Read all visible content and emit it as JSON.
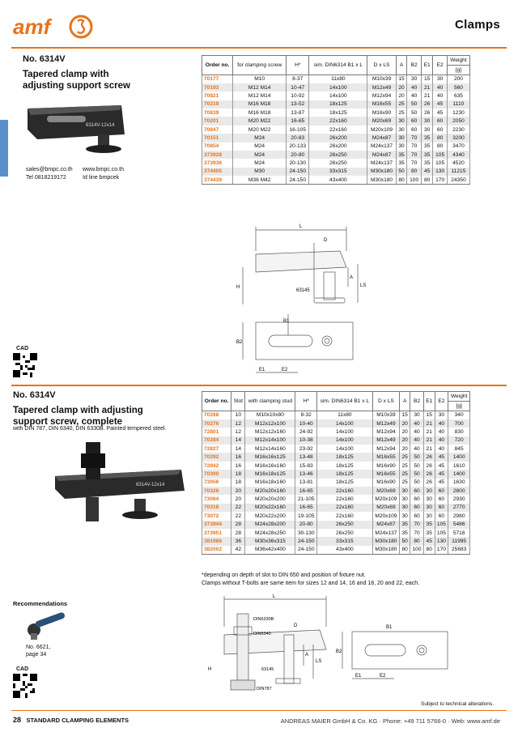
{
  "header": {
    "logo_text": "amf",
    "page_title": "Clamps"
  },
  "section1": {
    "product_no": "No. 6314V",
    "title_line1": "Tapered clamp with",
    "title_line2": "adjusting support screw",
    "contact": {
      "email": "sales@bmpc.co.th",
      "tel": "Tel 0818219172",
      "web": "www.bmpc.co.th",
      "line": "Id  line  bmpcek"
    },
    "cad_label": "CAD",
    "table": {
      "headers": [
        "Order no.",
        "for clamping screw",
        "H*",
        "sim. DIN6314 B1 x L",
        "D x LS",
        "A",
        "B2",
        "E1",
        "E2",
        "Weight"
      ],
      "weight_unit": "[g]",
      "rows": [
        [
          "70177",
          "M10",
          "8-37",
          "11x80",
          "M10x39",
          "15",
          "30",
          "15",
          "30",
          "200"
        ],
        [
          "70193",
          "M12 M14",
          "10-47",
          "14x100",
          "M12x49",
          "20",
          "40",
          "21",
          "40",
          "560"
        ],
        [
          "70821",
          "M12 M14",
          "10-92",
          "14x100",
          "M12x94",
          "20",
          "40",
          "21",
          "40",
          "635"
        ],
        [
          "70219",
          "M16 M18",
          "13-52",
          "18x125",
          "M16x55",
          "25",
          "50",
          "26",
          "45",
          "1110"
        ],
        [
          "70839",
          "M16 M18",
          "13-87",
          "18x125",
          "M16x90",
          "25",
          "50",
          "26",
          "45",
          "1230"
        ],
        [
          "70201",
          "M20 M22",
          "16-65",
          "22x160",
          "M20x69",
          "30",
          "60",
          "30",
          "60",
          "2050"
        ],
        [
          "70847",
          "M20 M22",
          "16-105",
          "22x160",
          "M20x109",
          "30",
          "60",
          "30",
          "60",
          "2230"
        ],
        [
          "70151",
          "M24",
          "20-83",
          "26x200",
          "M24x87",
          "30",
          "70",
          "35",
          "80",
          "3200"
        ],
        [
          "70854",
          "M24",
          "20-133",
          "26x200",
          "M24x137",
          "30",
          "70",
          "35",
          "80",
          "3470"
        ],
        [
          "373928",
          "M24",
          "20-80",
          "26x250",
          "M24x87",
          "35",
          "70",
          "35",
          "105",
          "4340"
        ],
        [
          "373936",
          "M24",
          "20-130",
          "26x250",
          "M24x137",
          "35",
          "70",
          "35",
          "105",
          "4520"
        ],
        [
          "374405",
          "M30",
          "24-150",
          "33x315",
          "M30x180",
          "50",
          "80",
          "45",
          "130",
          "11215"
        ],
        [
          "374439",
          "M36 M42",
          "24-150",
          "43x400",
          "M30x180",
          "80",
          "100",
          "80",
          "170",
          "24350"
        ]
      ]
    },
    "drawing_labels": {
      "L": "L",
      "D": "D",
      "A": "A",
      "LS": "LS",
      "H": "H",
      "std": "63145",
      "B1": "B1",
      "B2": "B2",
      "E1": "E1",
      "E2": "E2"
    },
    "photo_marking": "6314V-12x14"
  },
  "section2": {
    "product_no": "No. 6314V",
    "title_line1": "Tapered clamp with adjusting",
    "title_line2": "support screw, complete",
    "subtitle": "with DIN 787, DIN 6340, DIN 6330B. Painted tempered steel.",
    "cad_label": "CAD",
    "table": {
      "headers": [
        "Order no.",
        "Slot",
        "with clamping stud",
        "H*",
        "sim. DIN6314 B1 x L",
        "D x LS",
        "A",
        "B2",
        "E1",
        "E2",
        "Weight"
      ],
      "weight_unit": "[g]",
      "rows": [
        [
          "70268",
          "10",
          "M10x10x80",
          "8-32",
          "11x80",
          "M10x39",
          "15",
          "30",
          "15",
          "30",
          "340"
        ],
        [
          "70276",
          "12",
          "M12x12x100",
          "10-40",
          "14x100",
          "M12x49",
          "20",
          "40",
          "21",
          "40",
          "700"
        ],
        [
          "72801",
          "12",
          "M12x12x160",
          "24-92",
          "14x100",
          "M12x94",
          "20",
          "40",
          "21",
          "40",
          "830"
        ],
        [
          "70284",
          "14",
          "M12x14x100",
          "10-38",
          "14x100",
          "M12x49",
          "20",
          "40",
          "21",
          "40",
          "720"
        ],
        [
          "72827",
          "14",
          "M12x14x160",
          "23-92",
          "14x100",
          "M12x94",
          "20",
          "40",
          "21",
          "40",
          "845"
        ],
        [
          "70292",
          "16",
          "M16x16x125",
          "13-48",
          "18x125",
          "M16x55",
          "25",
          "50",
          "26",
          "45",
          "1400"
        ],
        [
          "72942",
          "16",
          "M16x16x160",
          "15-83",
          "18x125",
          "M16x90",
          "25",
          "50",
          "26",
          "45",
          "1610"
        ],
        [
          "70300",
          "18",
          "M16x18x125",
          "13-46",
          "18x125",
          "M16x55",
          "25",
          "50",
          "26",
          "45",
          "1400"
        ],
        [
          "73056",
          "18",
          "M16x18x160",
          "13-81",
          "18x125",
          "M16x90",
          "25",
          "50",
          "26",
          "45",
          "1630"
        ],
        [
          "70326",
          "20",
          "M20x20x160",
          "16-65",
          "22x160",
          "M20x69",
          "30",
          "60",
          "30",
          "60",
          "2600"
        ],
        [
          "73064",
          "20",
          "M20x20x200",
          "21-105",
          "22x160",
          "M20x109",
          "30",
          "60",
          "30",
          "60",
          "2930"
        ],
        [
          "70318",
          "22",
          "M20x22x160",
          "16-65",
          "22x160",
          "M20x69",
          "30",
          "60",
          "30",
          "60",
          "2770"
        ],
        [
          "73072",
          "22",
          "M20x22x200",
          "19-105",
          "22x160",
          "M20x109",
          "30",
          "60",
          "30",
          "60",
          "2980"
        ],
        [
          "373944",
          "28",
          "M24x28x200",
          "20-80",
          "26x250",
          "M24x87",
          "35",
          "70",
          "35",
          "105",
          "5486"
        ],
        [
          "373951",
          "28",
          "M24x28x250",
          "30-130",
          "26x250",
          "M24x137",
          "35",
          "70",
          "35",
          "105",
          "5716"
        ],
        [
          "381988",
          "36",
          "M30x36x315",
          "24-150",
          "33x315",
          "M30x180",
          "50",
          "80",
          "45",
          "130",
          "11995"
        ],
        [
          "382002",
          "42",
          "M36x42x400",
          "24-150",
          "43x400",
          "M30x180",
          "80",
          "100",
          "80",
          "170",
          "25683"
        ]
      ]
    },
    "footnote_line1": "*depending on depth of slot to DIN 650 and position of fixture nut.",
    "footnote_line2": "Clamps without T-bolts are same item for sizes 12 and 14, 16 and 18, 20 and 22, each.",
    "recommendations_label": "Recommendations",
    "recommendation_link_line1": "No. 6621,",
    "recommendation_link_line2": "page 34",
    "drawing_labels": {
      "L": "L",
      "din6330": "DIN6330B",
      "din6340": "DIN6340",
      "D": "D",
      "A": "A",
      "LS": "LS",
      "H": "H",
      "std": "63145",
      "din787": "DIN787",
      "B1": "B1",
      "B2": "B2",
      "E1": "E1",
      "E2": "E2"
    },
    "photo_marking": "6314V-12x14"
  },
  "footer": {
    "subject_note": "Subject to technical alterations.",
    "page_number": "28",
    "section_name": "STANDARD CLAMPING ELEMENTS",
    "company": "ANDREAS MAIER GmbH & Co. KG · Phone: +49 711 5766-0 · Web: www.amf.de"
  },
  "colors": {
    "accent": "#e8731a",
    "side_tab": "#5b8fc9",
    "row_band": "#e9e9e9"
  }
}
